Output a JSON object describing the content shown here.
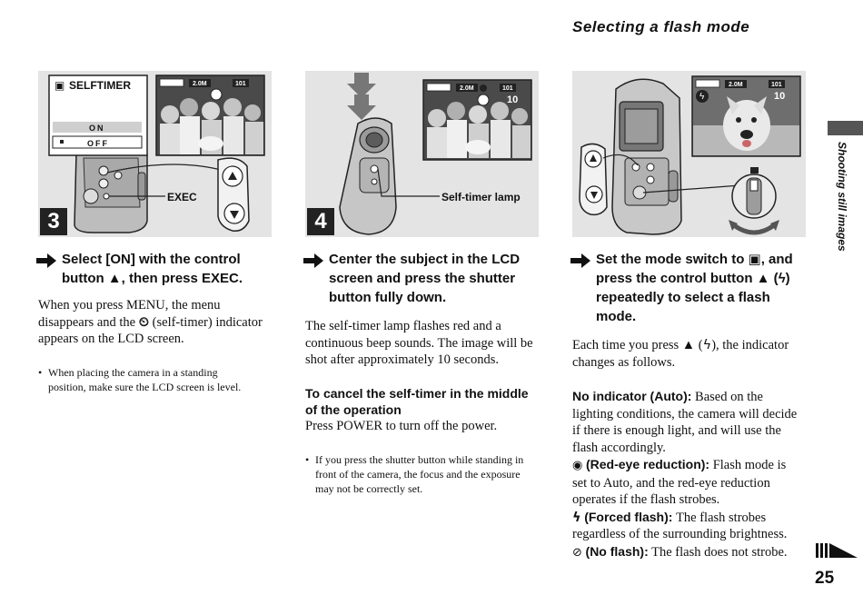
{
  "header": {
    "title": "Selecting a flash mode"
  },
  "side_tab": {
    "label": "Shooting still images"
  },
  "page_number": "25",
  "steps": [
    {
      "number": "3",
      "screen": {
        "menu_title": "SELFTIMER",
        "option_on": "ON",
        "option_off": "OFF",
        "resolution": "2.0M",
        "folder": "101"
      },
      "callout": "EXEC",
      "heading_line1": "Select [ON] with the control",
      "heading_line2": "button ▲, then press EXEC.",
      "body_line1": "When you press MENU, the menu",
      "body_line2a": "disappears and the",
      "body_line2b": "(self-timer) indicator",
      "body_line3": "appears on the LCD screen.",
      "note_line1": "When placing the camera in a standing",
      "note_line2": "position, make sure the LCD screen is level."
    },
    {
      "number": "4",
      "screen": {
        "resolution": "2.0M",
        "folder": "101",
        "count": "10"
      },
      "callout": "Self-timer lamp",
      "heading_line1": "Center the subject in the LCD",
      "heading_line2": "screen and press the shutter",
      "heading_line3": "button fully down.",
      "body_line1": "The self-timer lamp flashes red and a",
      "body_line2": "continuous beep sounds. The image will be",
      "body_line3": "shot after approximately 10 seconds.",
      "subhead_line1": "To cancel the self-timer in the middle",
      "subhead_line2": "of the operation",
      "cancel_text": "Press POWER to turn off the power.",
      "note_line1": "If you press the shutter button while standing in",
      "note_line2": "front of the camera, the focus and the exposure",
      "note_line3": "may not be correctly set."
    },
    {
      "screen": {
        "resolution": "2.0M",
        "folder": "101",
        "count": "10"
      },
      "heading_line1a": "Set the mode switch to",
      "heading_line1b": ", and",
      "heading_line2": "press the control button ▲ (",
      "heading_line2b": ")",
      "heading_line3": "repeatedly to select a flash",
      "heading_line4": "mode.",
      "body_line1a": "Each time you press ▲ (",
      "body_line1b": "), the indicator",
      "body_line2": "changes as follows.",
      "modes": [
        {
          "name": "No indicator (Auto):",
          "l1": "Based on the",
          "l2": "lighting conditions, the camera will decide",
          "l3": "if there is enough light, and will use the",
          "l4": "flash accordingly."
        },
        {
          "name": "(Red-eye reduction):",
          "l1": "Flash mode is",
          "l2": "set to Auto, and the red-eye reduction",
          "l3": "operates if the flash strobes."
        },
        {
          "name": "(Forced flash):",
          "l1": "The flash strobes",
          "l2": "regardless of the surrounding brightness."
        },
        {
          "name": "(No flash):",
          "l1": "The flash does not strobe."
        }
      ]
    }
  ]
}
